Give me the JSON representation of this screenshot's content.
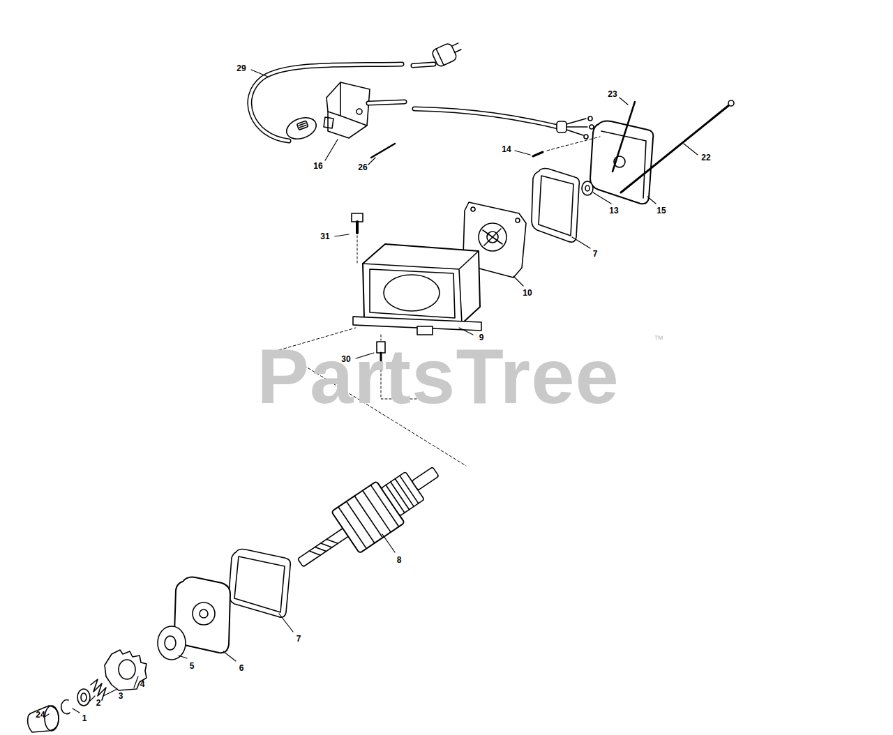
{
  "diagram": {
    "labels": [
      "29",
      "23",
      "16",
      "26",
      "14",
      "22",
      "13",
      "15",
      "7",
      "31",
      "10",
      "9",
      "30",
      "PartsTree",
      "™",
      "8",
      "7",
      "6",
      "5",
      "4",
      "3",
      "2",
      "24",
      "1"
    ]
  }
}
